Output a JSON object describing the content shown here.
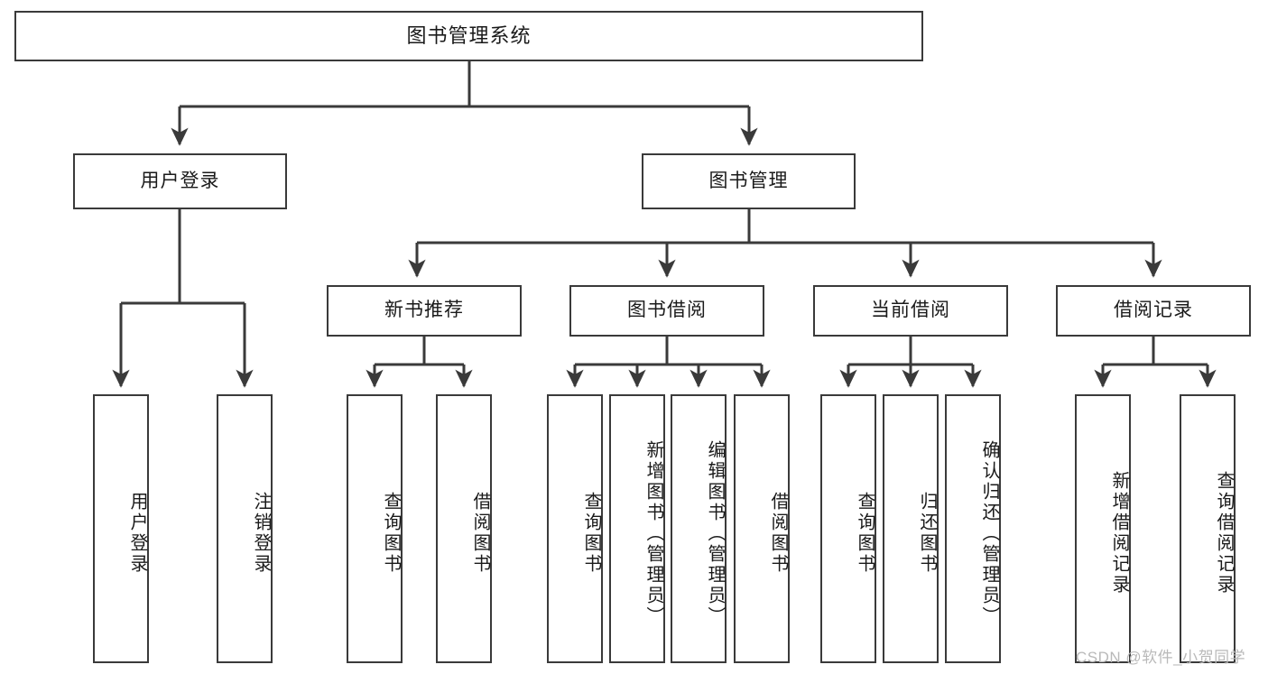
{
  "diagram": {
    "title": "图书管理系统",
    "type": "hierarchy-tree",
    "watermark": "CSDN @软件_小贺同学",
    "colors": {
      "stroke": "#3a3a3a",
      "fill": "#ffffff",
      "text": "#1a1a1a",
      "watermark": "#b9b9b9"
    },
    "nodes": {
      "root": {
        "label": "图书管理系统"
      },
      "level2": [
        {
          "id": "user-login",
          "label": "用户登录"
        },
        {
          "id": "book-manage",
          "label": "图书管理"
        }
      ],
      "level3": [
        {
          "id": "new-book-rec",
          "label": "新书推荐"
        },
        {
          "id": "book-borrow",
          "label": "图书借阅"
        },
        {
          "id": "current-borrow",
          "label": "当前借阅"
        },
        {
          "id": "borrow-record",
          "label": "借阅记录"
        }
      ],
      "leaves": {
        "user-login": [
          {
            "id": "leaf-user-login",
            "label": "用户登录"
          },
          {
            "id": "leaf-logout",
            "label": "注销登录"
          }
        ],
        "new-book-rec": [
          {
            "id": "leaf-query-book-1",
            "label": "查询图书"
          },
          {
            "id": "leaf-borrow-book-1",
            "label": "借阅图书"
          }
        ],
        "book-borrow": [
          {
            "id": "leaf-query-book-2",
            "label": "查询图书"
          },
          {
            "id": "leaf-add-book",
            "label": "新增图书（管理员）"
          },
          {
            "id": "leaf-edit-book",
            "label": "编辑图书（管理员）"
          },
          {
            "id": "leaf-borrow-book-2",
            "label": "借阅图书"
          }
        ],
        "current-borrow": [
          {
            "id": "leaf-query-book-3",
            "label": "查询图书"
          },
          {
            "id": "leaf-return-book",
            "label": "归还图书"
          },
          {
            "id": "leaf-confirm-return",
            "label": "确认归还（管理员）"
          }
        ],
        "borrow-record": [
          {
            "id": "leaf-add-record",
            "label": "新增借阅记录"
          },
          {
            "id": "leaf-query-record",
            "label": "查询借阅记录"
          }
        ]
      }
    }
  }
}
